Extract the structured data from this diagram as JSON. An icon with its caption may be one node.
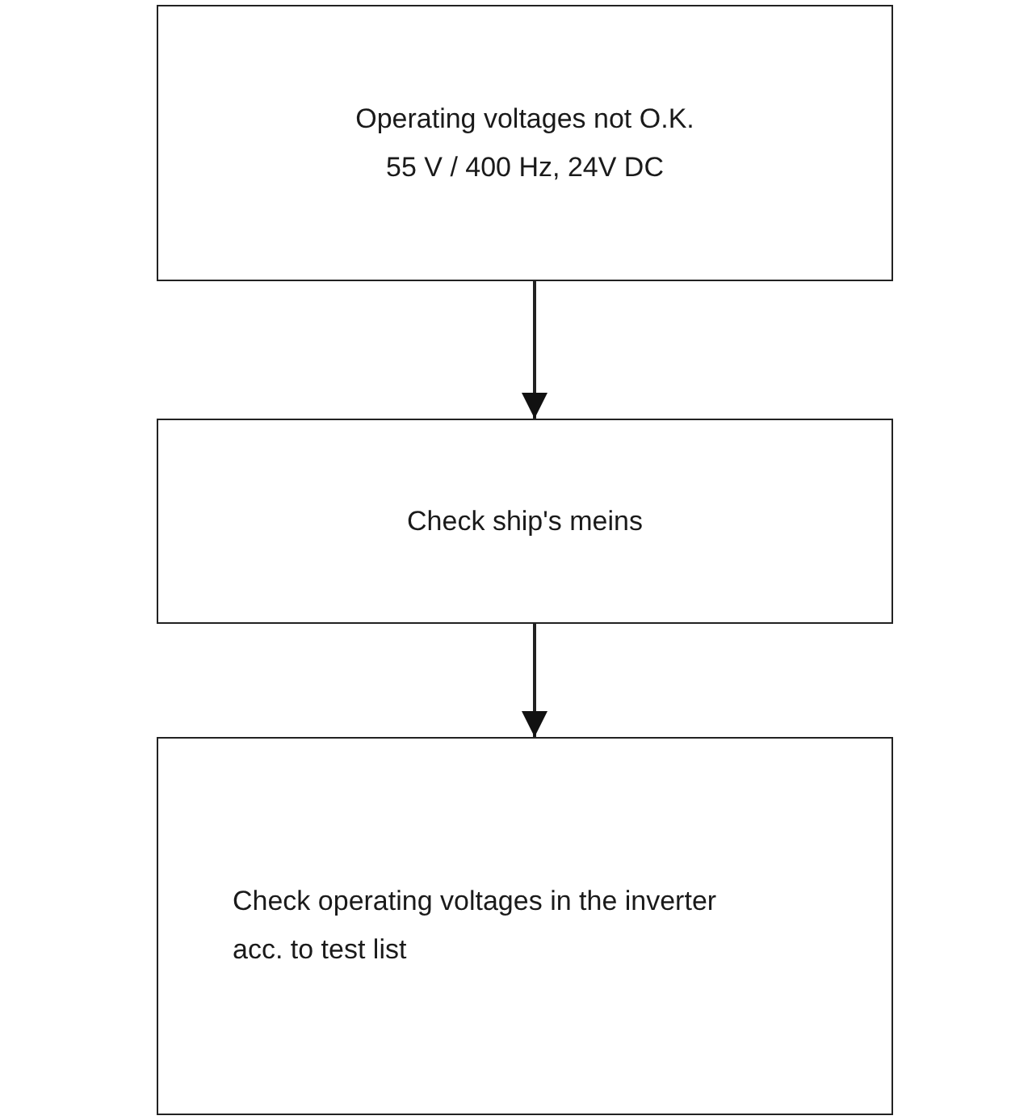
{
  "diagram": {
    "nodes": [
      {
        "text": [
          "Operating voltages not O.K.",
          "55 V / 400 Hz, 24V DC"
        ]
      },
      {
        "text": [
          "Check ship's meins"
        ]
      },
      {
        "text": [
          "Check operating voltages in the inverter acc. to test list"
        ]
      }
    ],
    "edges": [
      {
        "from": 0,
        "to": 1,
        "arrow": "to"
      },
      {
        "from": 1,
        "to": 2,
        "arrow": "to"
      }
    ]
  }
}
